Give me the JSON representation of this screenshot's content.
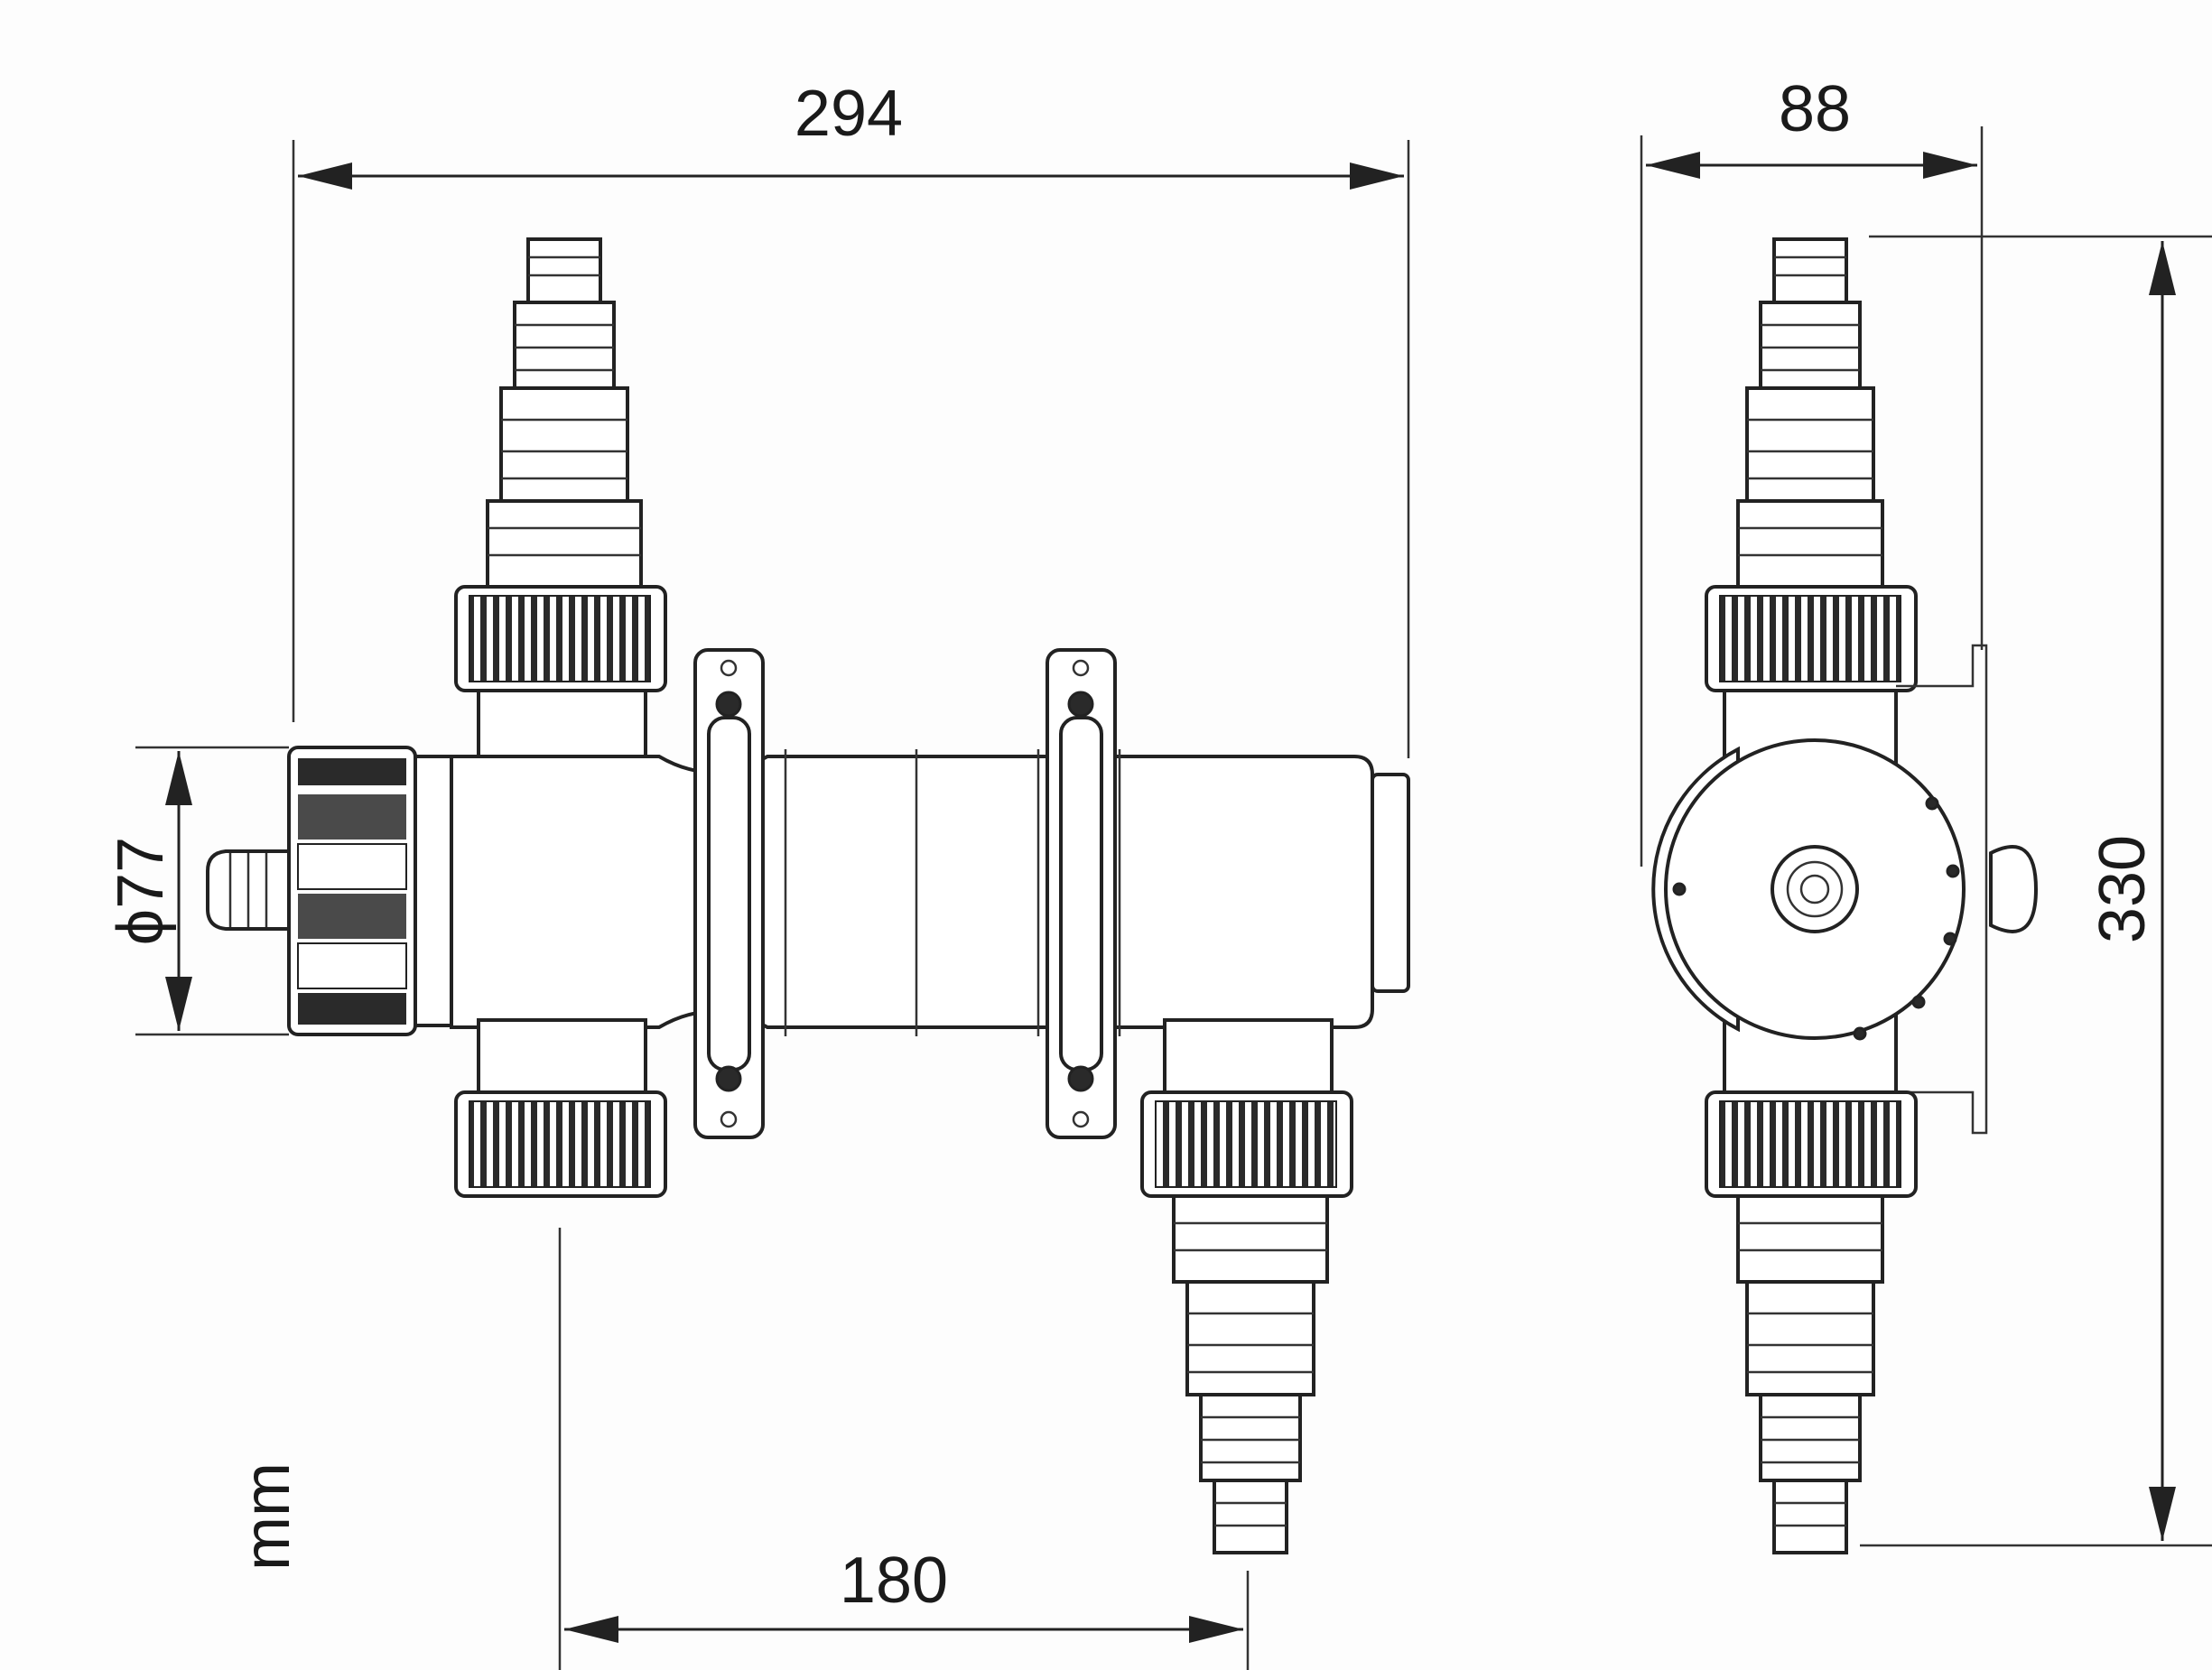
{
  "dimensions": {
    "overall_length": "294",
    "side_width": "88",
    "height": "330",
    "port_spacing": "180",
    "diameter": "ϕ77",
    "unit": "mm"
  }
}
